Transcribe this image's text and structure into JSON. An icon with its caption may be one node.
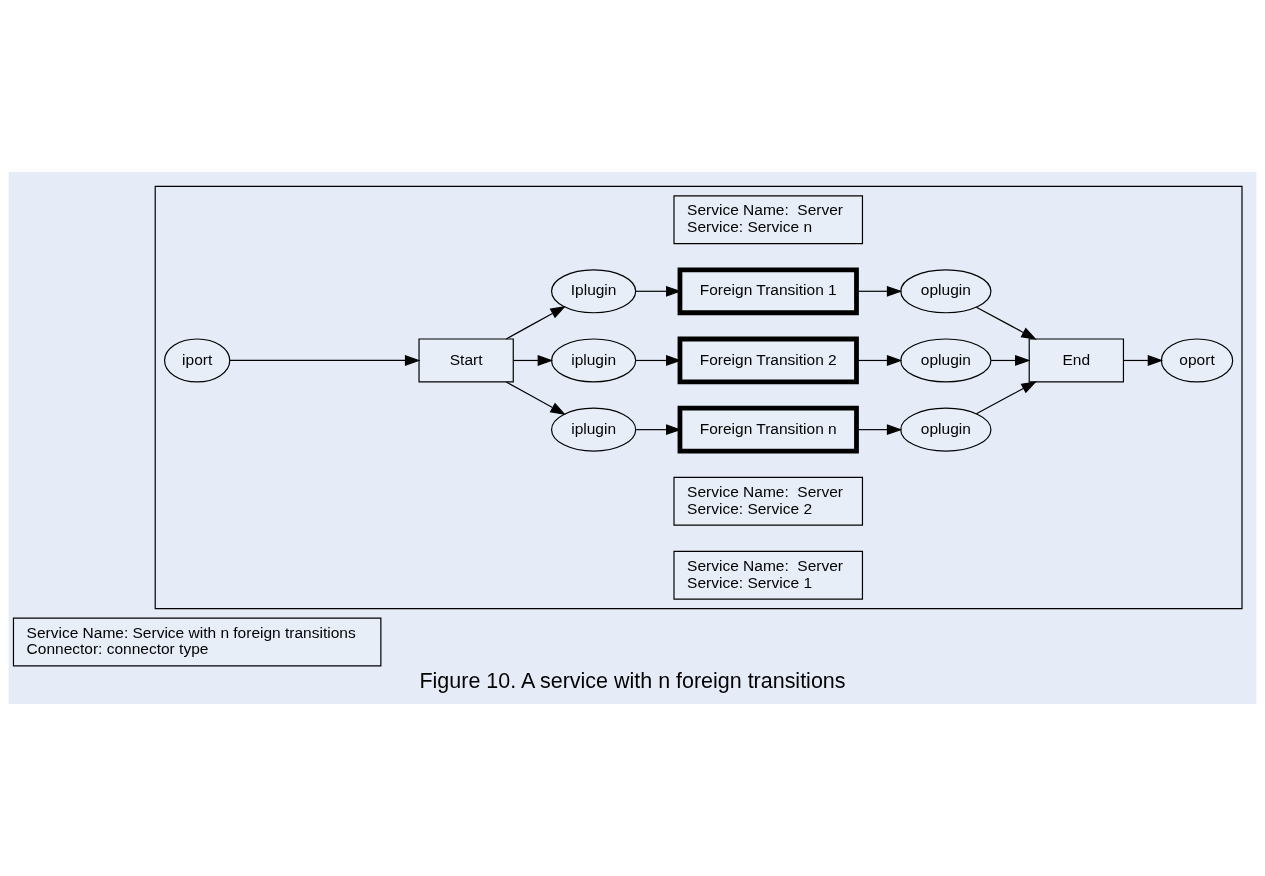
{
  "diagram": {
    "caption": "Figure 10. A service with n foreign transitions",
    "nodes": [
      {
        "text": [
          "Service Name: Service with n foreign transitions",
          "Connector: connector type"
        ]
      },
      {
        "text": [],
        "shape": "box"
      },
      {
        "text": [
          "Service Name:  Server",
          "Service: Service 1"
        ],
        "in": 1
      },
      {
        "text": [
          "Iplugin"
        ],
        "in": 1
      },
      {
        "text": [
          "Foreign Transition 1"
        ],
        "in": 1
      },
      {
        "text": [
          "oplugin"
        ],
        "in": 1
      },
      {
        "text": [
          "Service Name:  Server",
          "Service: Service 2"
        ],
        "in": 1
      },
      {
        "text": [
          "iport"
        ],
        "in": 1
      },
      {
        "text": [
          "Start"
        ],
        "in": 1
      },
      {
        "text": [
          "iplugin"
        ],
        "in": 1
      },
      {
        "text": [
          "Foreign Transition 2"
        ],
        "in": 1
      },
      {
        "text": [
          "oplugin"
        ],
        "in": 1
      },
      {
        "text": [
          "End"
        ],
        "in": 1
      },
      {
        "text": [
          "oport"
        ],
        "in": 1
      },
      {
        "text": [
          "Service Name:  Server",
          "Service: Service n"
        ],
        "in": 1
      },
      {
        "text": [
          "iplugin"
        ],
        "in": 1
      },
      {
        "text": [
          "Foreign Transition n"
        ],
        "in": 1
      },
      {
        "text": [
          "oplugin"
        ],
        "in": 1
      }
    ],
    "edges": [
      {
        "from": 7,
        "to": 8,
        "arrow": "to"
      },
      {
        "from": 8,
        "to": 3,
        "arrow": "to"
      },
      {
        "from": 8,
        "to": 9,
        "arrow": "to"
      },
      {
        "from": 8,
        "to": 15,
        "arrow": "to"
      },
      {
        "from": 3,
        "to": 4,
        "arrow": "to"
      },
      {
        "from": 4,
        "to": 5,
        "arrow": "to"
      },
      {
        "from": 5,
        "to": 12,
        "arrow": "to"
      },
      {
        "from": 9,
        "to": 10,
        "arrow": "to"
      },
      {
        "from": 10,
        "to": 11,
        "arrow": "to"
      },
      {
        "from": 11,
        "to": 12,
        "arrow": "to"
      },
      {
        "from": 15,
        "to": 16,
        "arrow": "to"
      },
      {
        "from": 16,
        "to": 17,
        "arrow": "to"
      },
      {
        "from": 17,
        "to": 12,
        "arrow": "to"
      },
      {
        "from": 12,
        "to": 13,
        "arrow": "to"
      }
    ]
  }
}
